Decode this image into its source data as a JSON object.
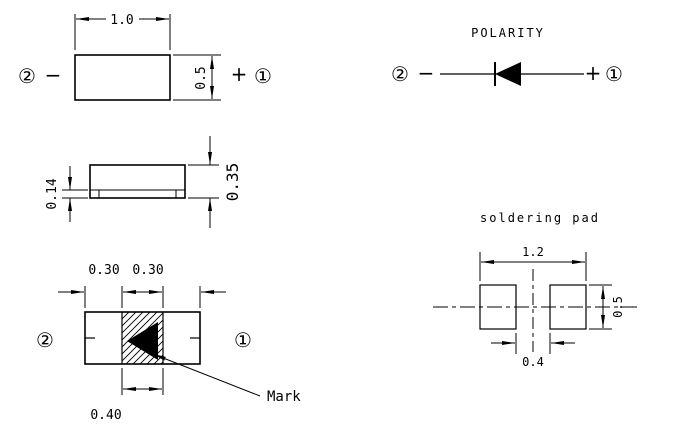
{
  "drawing": {
    "top_view": {
      "width_label": "1.0",
      "height_label": "0.5",
      "pin2": "②",
      "minus": "−",
      "plus": "+",
      "pin1": "①"
    },
    "side_view": {
      "terminal_label": "0.14",
      "height_label": "0.35"
    },
    "bottom_view": {
      "left_label": "0.30",
      "right_label": "0.30",
      "bottom_label": "0.40",
      "pin2": "②",
      "pin1": "①",
      "mark_label": "Mark"
    },
    "polarity": {
      "title": "POLARITY",
      "pin2": "②",
      "minus": "−",
      "plus": "+",
      "pin1": "①"
    },
    "soldering_pad": {
      "title": "soldering pad",
      "width_label": "1.2",
      "height_label": "0.5",
      "gap_label": "0.4"
    }
  },
  "colors": {
    "line": "#000000",
    "background": "#ffffff"
  }
}
